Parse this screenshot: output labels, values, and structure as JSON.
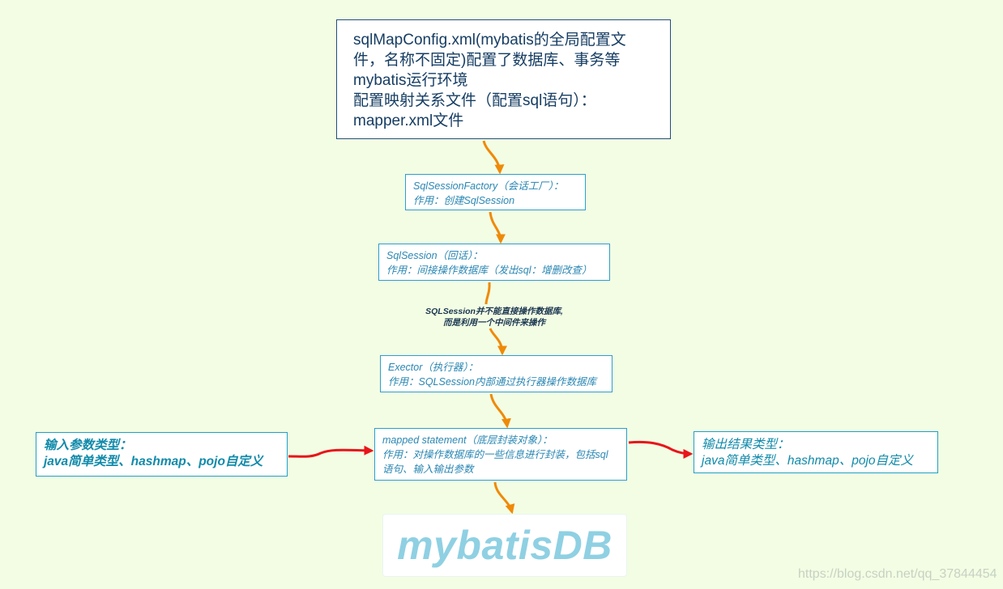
{
  "config_box": {
    "lines": [
      "sqlMapConfig.xml(mybatis的全局配置文",
      "件，名称不固定)配置了数据库、事务等",
      "mybatis运行环境",
      "配置映射关系文件（配置sql语句）：",
      "mapper.xml文件"
    ]
  },
  "factory_box": {
    "lines": [
      "SqlSessionFactory（会话工厂）：",
      "作用：创建SqlSession"
    ]
  },
  "session_box": {
    "lines": [
      "SqlSession（回话）：",
      "作用：间接操作数据库（发出sql：增删改查）"
    ]
  },
  "session_note": {
    "lines": [
      "SQLSession并不能直接操作数据库,",
      "而是利用一个中间件来操作"
    ]
  },
  "executor_box": {
    "lines": [
      "Exector（执行器）：",
      "作用：SQLSession内部通过执行器操作数据库"
    ]
  },
  "mapped_box": {
    "lines": [
      "mapped statement（底层封装对象）：",
      "作用：对操作数据库的一些信息进行封装，包括sql",
      "语句、输入输出参数"
    ]
  },
  "input_box": {
    "lines": [
      "输入参数类型：",
      "java简单类型、hashmap、pojo自定义"
    ]
  },
  "output_box": {
    "lines": [
      "输出结果类型：",
      "java简单类型、hashmap、pojo自定义"
    ]
  },
  "db_box": {
    "label": "mybatisDB"
  },
  "watermark": "https://blog.csdn.net/qq_37844454",
  "colors": {
    "background": "#f3fde4",
    "flow_arrow": "#ef8a07",
    "side_arrow": "#e8151a",
    "box_border": "#2a9fd0",
    "config_border": "#1f4f7a"
  }
}
